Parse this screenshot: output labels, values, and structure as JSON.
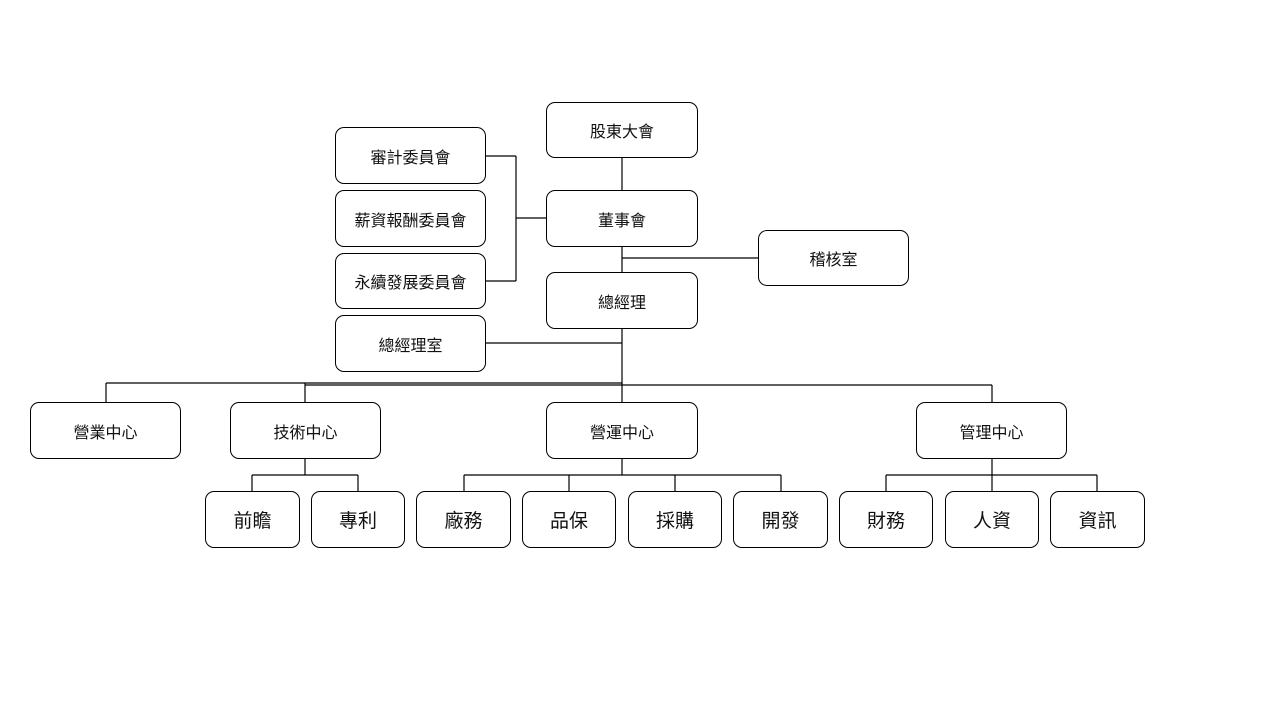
{
  "org": {
    "shareholders": "股東大會",
    "board": "董事會",
    "audit_office": "稽核室",
    "ceo": "總經理",
    "ceo_office": "總經理室",
    "committees": [
      "審計委員會",
      "薪資報酬委員會",
      "永續發展委員會"
    ],
    "centers": {
      "sales": "營業中心",
      "tech": "技術中心",
      "ops": "營運中心",
      "mgmt": "管理中心"
    },
    "tech_units": [
      "前瞻",
      "專利"
    ],
    "ops_units": [
      "廠務",
      "品保",
      "採購",
      "開發"
    ],
    "mgmt_units": [
      "財務",
      "人資",
      "資訊"
    ]
  }
}
